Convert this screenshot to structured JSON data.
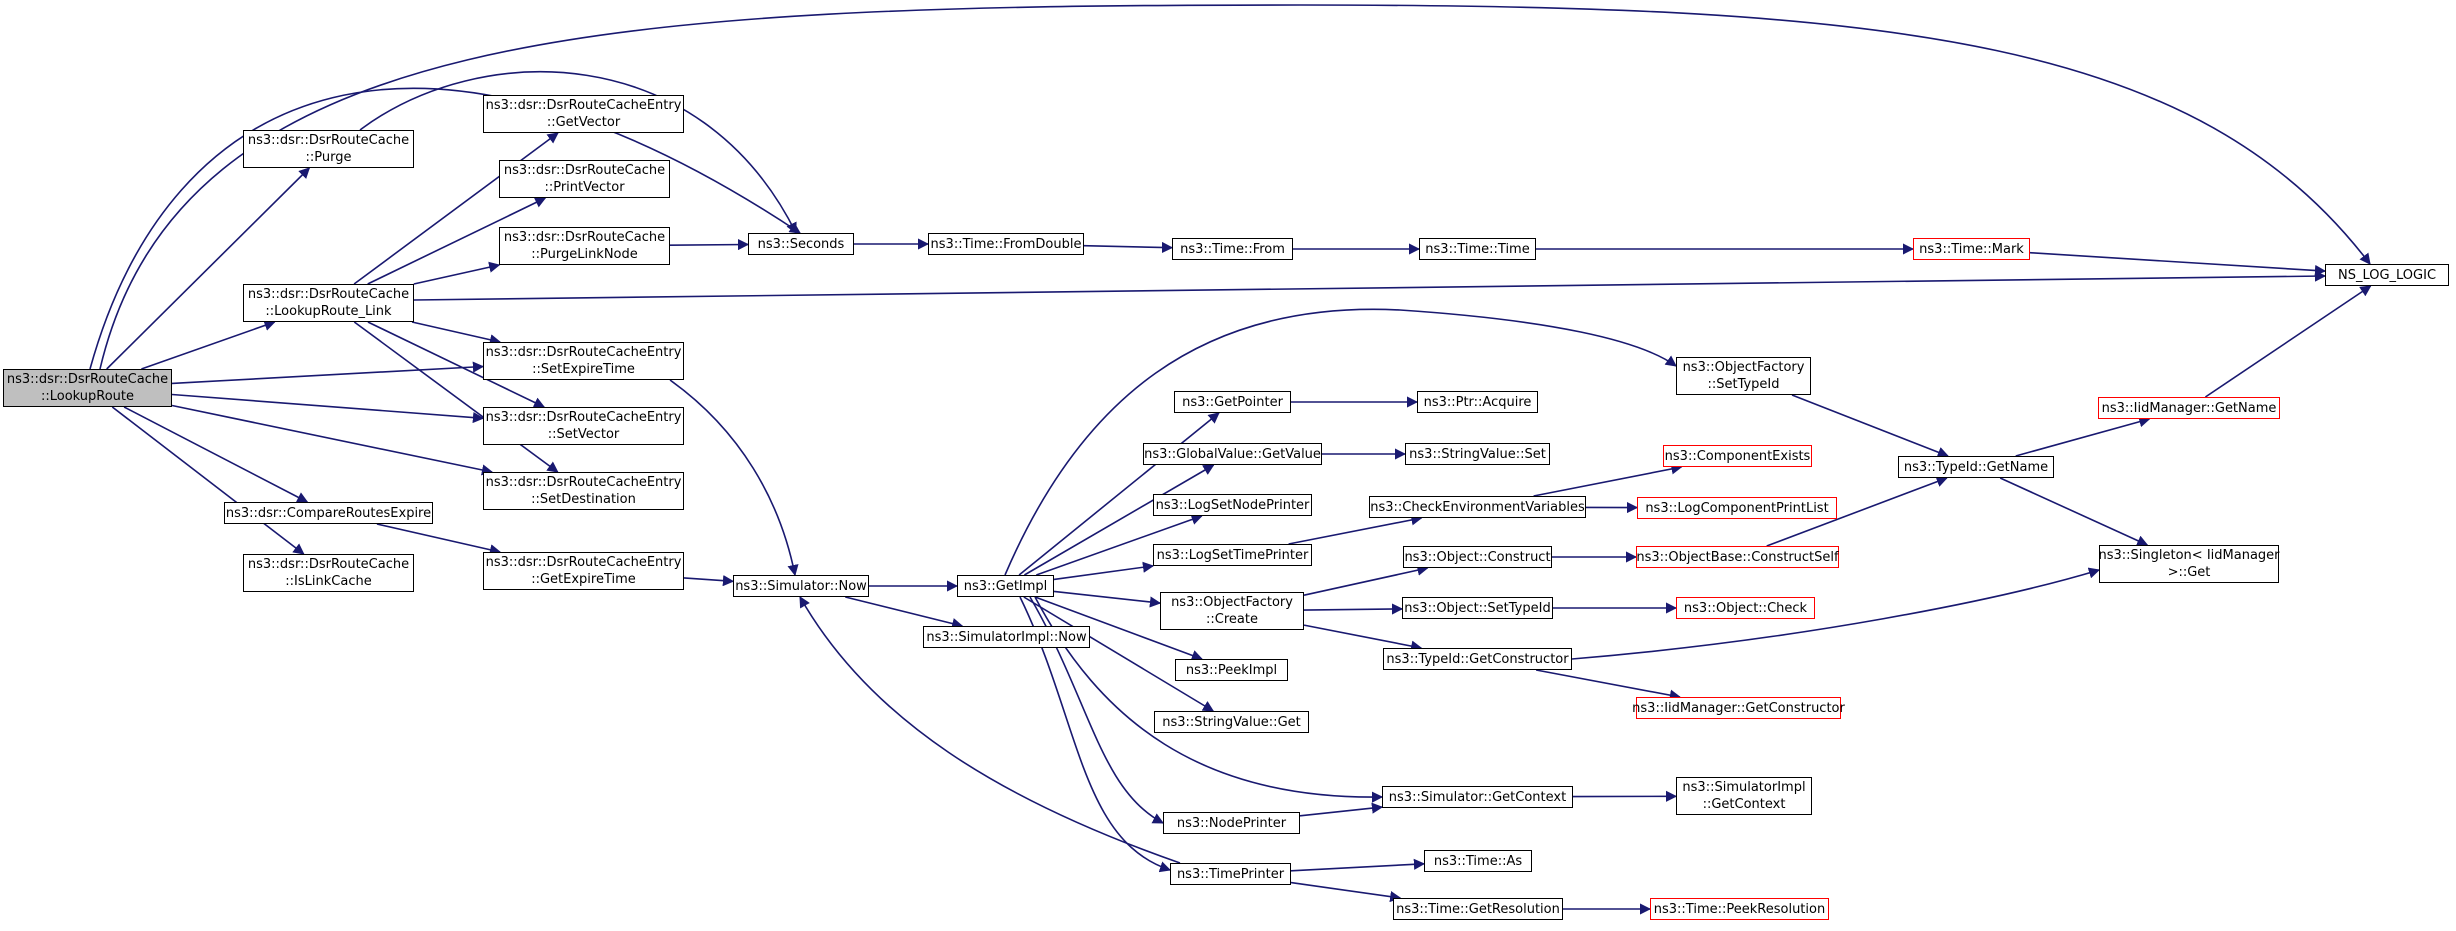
{
  "colors": {
    "edge": "#191970",
    "node_border": "#000000",
    "truncated_border": "#ff0000",
    "root_fill": "#bfbfbf"
  },
  "nodes": {
    "lookuproute": [
      "ns3::dsr::DsrRouteCache",
      "::LookupRoute"
    ],
    "purge": [
      "ns3::dsr::DsrRouteCache",
      "::Purge"
    ],
    "lookuproute_link": [
      "ns3::dsr::DsrRouteCache",
      "::LookupRoute_Link"
    ],
    "compareroutesexpire": [
      "ns3::dsr::CompareRoutesExpire"
    ],
    "islinkcache": [
      "ns3::dsr::DsrRouteCache",
      "::IsLinkCache"
    ],
    "getvector": [
      "ns3::dsr::DsrRouteCacheEntry",
      "::GetVector"
    ],
    "printvector": [
      "ns3::dsr::DsrRouteCache",
      "::PrintVector"
    ],
    "purgelinknode": [
      "ns3::dsr::DsrRouteCache",
      "::PurgeLinkNode"
    ],
    "setexpiretime": [
      "ns3::dsr::DsrRouteCacheEntry",
      "::SetExpireTime"
    ],
    "setvector": [
      "ns3::dsr::DsrRouteCacheEntry",
      "::SetVector"
    ],
    "setdestination": [
      "ns3::dsr::DsrRouteCacheEntry",
      "::SetDestination"
    ],
    "getexpiretime": [
      "ns3::dsr::DsrRouteCacheEntry",
      "::GetExpireTime"
    ],
    "seconds": [
      "ns3::Seconds"
    ],
    "simulator_now": [
      "ns3::Simulator::Now"
    ],
    "fromdouble": [
      "ns3::Time::FromDouble"
    ],
    "getimpl": [
      "ns3::GetImpl"
    ],
    "simulatorimpl_now": [
      "ns3::SimulatorImpl::Now"
    ],
    "time_from": [
      "ns3::Time::From"
    ],
    "getpointer": [
      "ns3::GetPointer"
    ],
    "globalvalue_getvalue": [
      "ns3::GlobalValue::GetValue"
    ],
    "logsetnodeprinter": [
      "ns3::LogSetNodePrinter"
    ],
    "logsettimeprinter": [
      "ns3::LogSetTimePrinter"
    ],
    "objectfactory_create": [
      "ns3::ObjectFactory",
      "::Create"
    ],
    "peekimpl": [
      "ns3::PeekImpl"
    ],
    "stringvalue_get": [
      "ns3::StringValue::Get"
    ],
    "nodeprinter": [
      "ns3::NodePrinter"
    ],
    "timeprinter": [
      "ns3::TimePrinter"
    ],
    "time_time": [
      "ns3::Time::Time"
    ],
    "ptr_acquire": [
      "ns3::Ptr::Acquire"
    ],
    "stringvalue_set": [
      "ns3::StringValue::Set"
    ],
    "checkenvvars": [
      "ns3::CheckEnvironmentVariables"
    ],
    "object_construct": [
      "ns3::Object::Construct"
    ],
    "object_settypeid": [
      "ns3::Object::SetTypeId"
    ],
    "typeid_getconstructor": [
      "ns3::TypeId::GetConstructor"
    ],
    "simulator_getcontext": [
      "ns3::Simulator::GetContext"
    ],
    "time_as": [
      "ns3::Time::As"
    ],
    "time_getresolution": [
      "ns3::Time::GetResolution"
    ],
    "objectfactory_settypeid": [
      "ns3::ObjectFactory",
      "::SetTypeId"
    ],
    "time_mark": [
      "ns3::Time::Mark"
    ],
    "componentexists": [
      "ns3::ComponentExists"
    ],
    "logcomponentprintlist": [
      "ns3::LogComponentPrintList"
    ],
    "objectbase_constructself": [
      "ns3::ObjectBase::ConstructSelf"
    ],
    "object_check": [
      "ns3::Object::Check"
    ],
    "iidmanager_getconstructor": [
      "ns3::IidManager::GetConstructor"
    ],
    "simulatorimpl_getcontext": [
      "ns3::SimulatorImpl",
      "::GetContext"
    ],
    "time_peekresolution": [
      "ns3::Time::PeekResolution"
    ],
    "typeid_getname": [
      "ns3::TypeId::GetName"
    ],
    "iidmanager_getname": [
      "ns3::IidManager::GetName"
    ],
    "singleton_get": [
      "ns3::Singleton< IidManager",
      ">::Get"
    ],
    "ns_log_logic": [
      "NS_LOG_LOGIC"
    ]
  }
}
